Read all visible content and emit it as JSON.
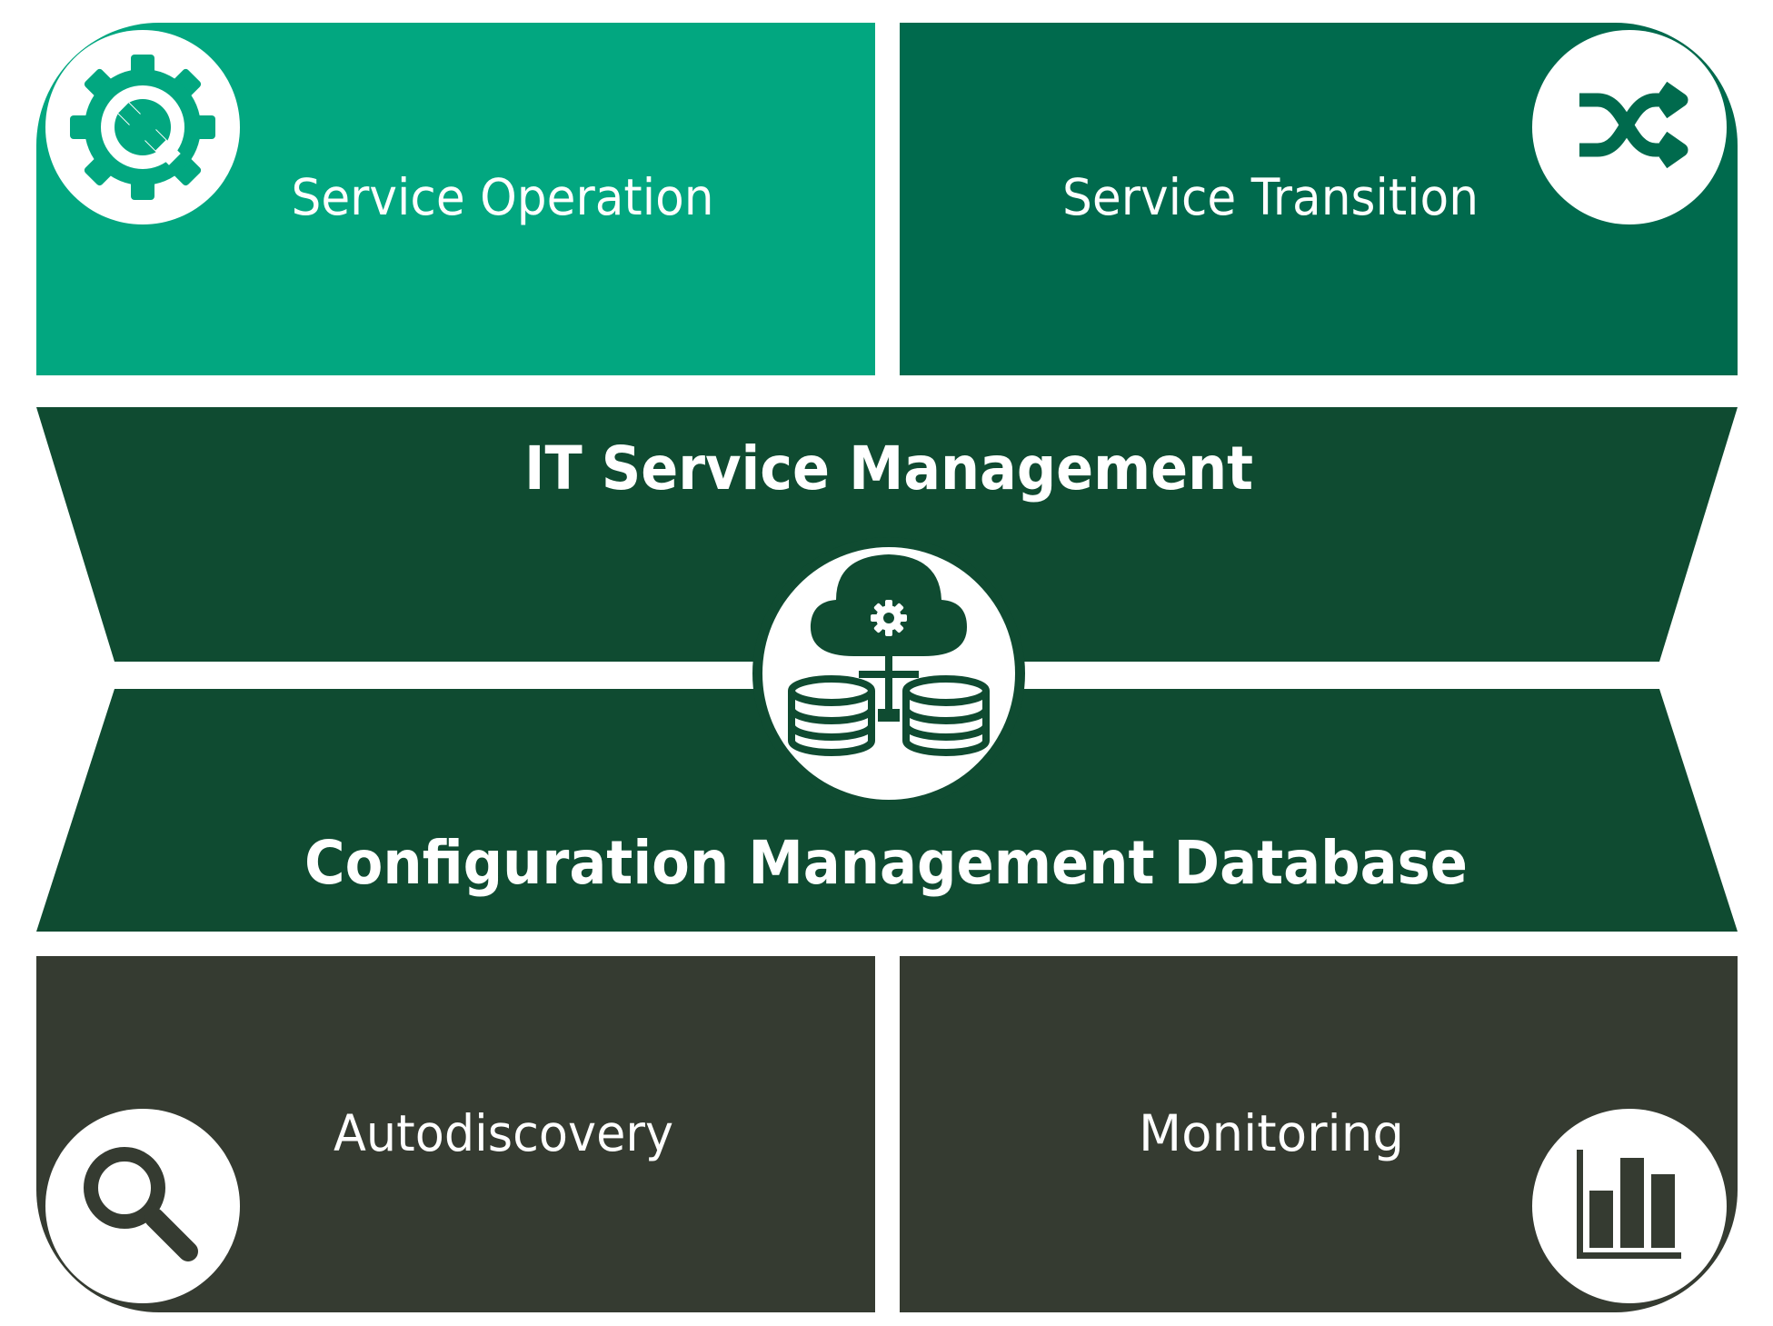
{
  "colors": {
    "service_operation": "#02A780",
    "service_transition": "#006A4D",
    "band": "#0F4B31",
    "bottom": "#353B31",
    "white": "#FFFFFF"
  },
  "quadrants": {
    "service_operation": {
      "label": "Service Operation",
      "icon": "gear-wrench-icon"
    },
    "service_transition": {
      "label": "Service Transition",
      "icon": "shuffle-arrows-icon"
    },
    "autodiscovery": {
      "label": "Autodiscovery",
      "icon": "magnifier-icon"
    },
    "monitoring": {
      "label": "Monitoring",
      "icon": "bar-chart-icon"
    }
  },
  "band": {
    "top_title": "IT Service Management",
    "bottom_title": "Configuration Management Database",
    "center_icon": "cloud-database-icon"
  }
}
